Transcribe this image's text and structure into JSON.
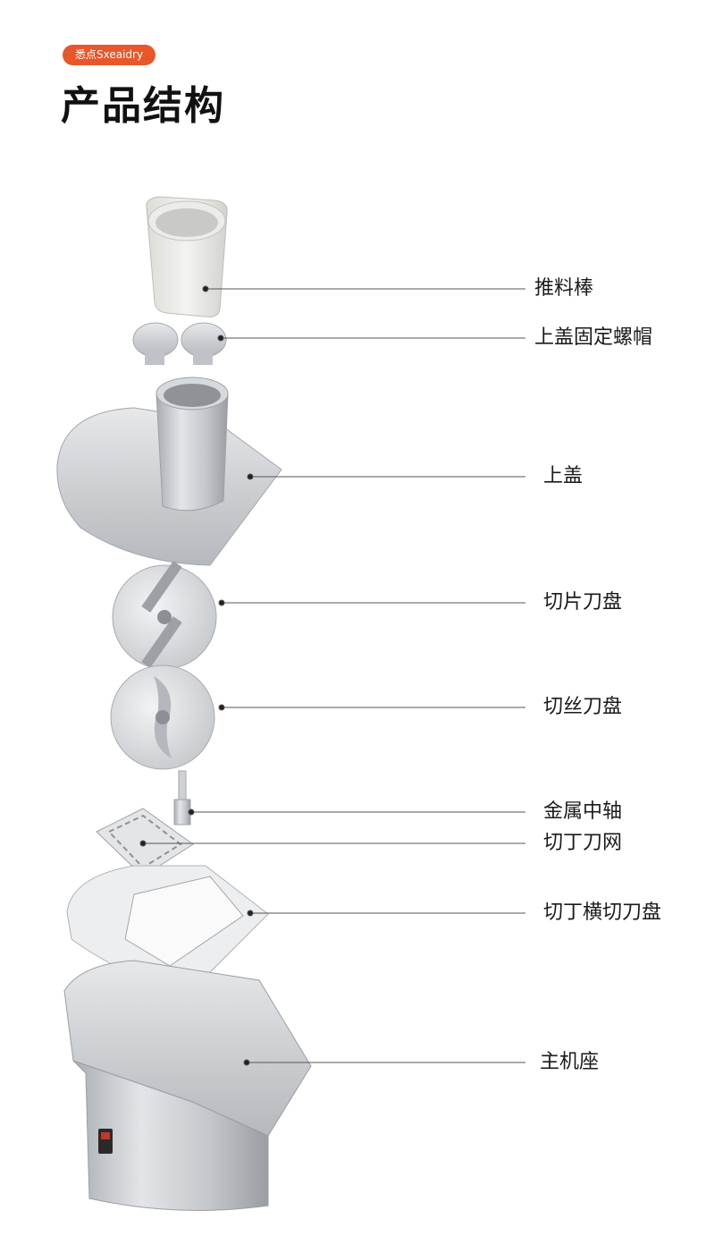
{
  "header": {
    "brand_badge": "悉点Sxeaidry",
    "title": "产品结构"
  },
  "parts": [
    {
      "id": "pusher",
      "label": "推料棒"
    },
    {
      "id": "lid-screws",
      "label": "上盖固定螺帽"
    },
    {
      "id": "lid",
      "label": "上盖"
    },
    {
      "id": "slicing-disc",
      "label": "切片刀盘"
    },
    {
      "id": "shredding-disc",
      "label": "切丝刀盘"
    },
    {
      "id": "metal-shaft",
      "label": "金属中轴"
    },
    {
      "id": "dicing-grid",
      "label": "切丁刀网"
    },
    {
      "id": "dicing-cross-disc",
      "label": "切丁横切刀盘"
    },
    {
      "id": "base",
      "label": "主机座"
    }
  ],
  "colors": {
    "badge": "#e8572a",
    "steel": "#c9ccd0",
    "line": "#555555"
  }
}
